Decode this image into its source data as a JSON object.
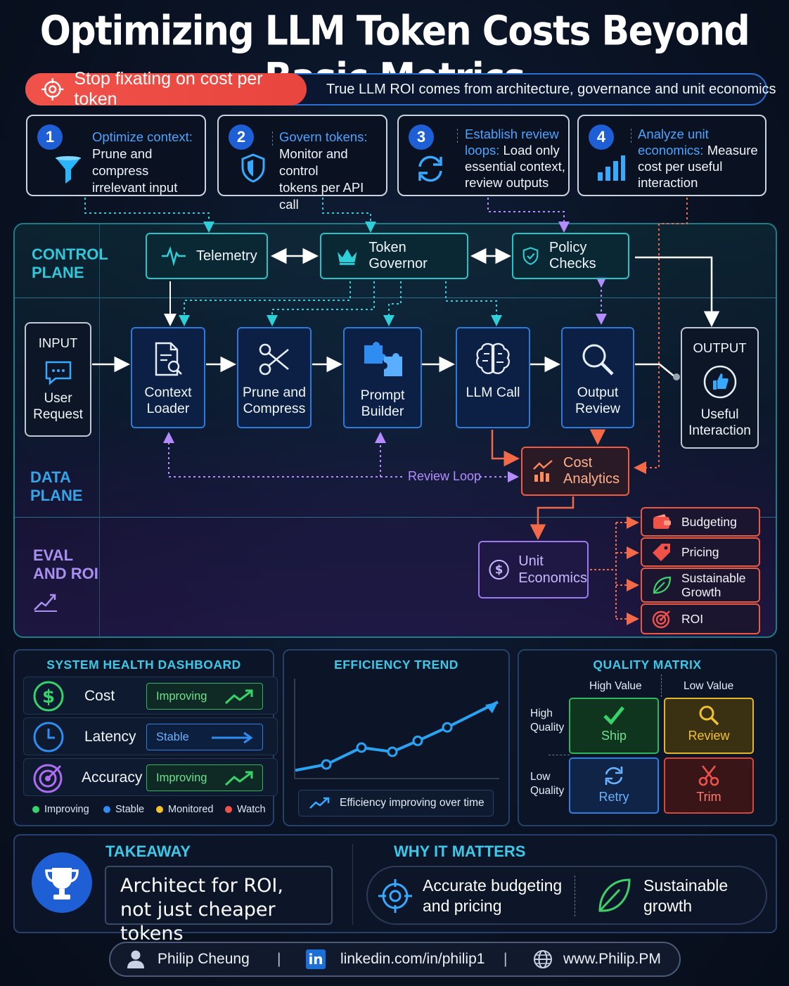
{
  "title": "Optimizing LLM Token Costs Beyond Basic Metrics",
  "banner": {
    "pill": "Stop fixating on cost per token",
    "text": "True LLM ROI comes from architecture, governance and unit economics"
  },
  "steps": [
    {
      "num": "1",
      "highlight": "Optimize context:",
      "body": "Prune and compress irrelevant input",
      "line1": "Prune and compress",
      "line2": "irrelevant input",
      "icon": "funnel-icon"
    },
    {
      "num": "2",
      "highlight": "Govern tokens:",
      "body": "Monitor and control tokens per API call",
      "line1": "Monitor and control",
      "line2": "tokens per API call",
      "icon": "shield-icon"
    },
    {
      "num": "3",
      "highlight_1": "Establish review",
      "highlight_2": "loops:",
      "rest_2": " Load only",
      "line3": "essential context,",
      "line4": "review outputs",
      "icon": "refresh-icon"
    },
    {
      "num": "4",
      "highlight_1": "Analyze unit",
      "highlight_2": "economics:",
      "rest_2": " Measure",
      "line3": "cost per useful",
      "line4": "interaction",
      "icon": "bar-chart-icon"
    }
  ],
  "planes": {
    "control_1": "CONTROL",
    "control_2": "PLANE",
    "data_1": "DATA",
    "data_2": "PLANE",
    "eval_1": "EVAL",
    "eval_2": "AND ROI"
  },
  "control_nodes": {
    "telemetry": "Telemetry",
    "governor": "Token Governor",
    "policy": "Policy Checks"
  },
  "input": {
    "label": "INPUT",
    "line1": "User",
    "line2": "Request"
  },
  "data_nodes": [
    {
      "line1": "Context",
      "line2": "Loader"
    },
    {
      "line1": "Prune and",
      "line2": "Compress"
    },
    {
      "line1": "Prompt",
      "line2": "Builder"
    },
    {
      "line1": "LLM Call",
      "line2": ""
    },
    {
      "line1": "Output",
      "line2": "Review"
    }
  ],
  "output": {
    "label": "OUTPUT",
    "line1": "Useful",
    "line2": "Interaction"
  },
  "review_loop": "Review Loop",
  "cost_analytics": {
    "line1": "Cost",
    "line2": "Analytics"
  },
  "unit_economics": {
    "line1": "Unit",
    "line2": "Economics"
  },
  "roi_items": [
    {
      "line1": "Budgeting",
      "line2": ""
    },
    {
      "line1": "Pricing",
      "line2": ""
    },
    {
      "line1": "Sustainable",
      "line2": "Growth"
    },
    {
      "line1": "ROI",
      "line2": ""
    }
  ],
  "health": {
    "title": "SYSTEM HEALTH DASHBOARD",
    "rows": [
      {
        "name": "Cost",
        "status": "Improving"
      },
      {
        "name": "Latency",
        "status": "Stable"
      },
      {
        "name": "Accuracy",
        "status": "Improving"
      }
    ],
    "legend": [
      "Improving",
      "Stable",
      "Monitored",
      "Watch"
    ],
    "legend_colors": [
      "#37d36a",
      "#2f8cf0",
      "#f2c12e",
      "#f0524a"
    ]
  },
  "trend": {
    "title": "EFFICIENCY TREND",
    "caption": "Efficiency improving over time"
  },
  "chart_data": {
    "type": "line",
    "values": [
      1,
      3,
      2.5,
      3.8,
      5.4
    ],
    "trend_end": 8.4
  },
  "quality": {
    "title": "QUALITY MATRIX",
    "col_high": "High Value",
    "col_low": "Low Value",
    "row_high_1": "High",
    "row_high_2": "Quality",
    "row_low_1": "Low",
    "row_low_2": "Quality",
    "ship": "Ship",
    "review": "Review",
    "retry": "Retry",
    "trim": "Trim"
  },
  "takeaway": {
    "title": "TAKEAWAY",
    "line1": "Architect for ROI,",
    "line2": "not just cheaper tokens"
  },
  "why": {
    "title": "WHY IT MATTERS",
    "a1": "Accurate budgeting",
    "a2": "and pricing",
    "b1": "Sustainable",
    "b2": "growth"
  },
  "footer": {
    "name": "Philip Cheung",
    "linkedin": "linkedin.com/in/philip1",
    "site": "www.Philip.PM",
    "sep": "|"
  }
}
